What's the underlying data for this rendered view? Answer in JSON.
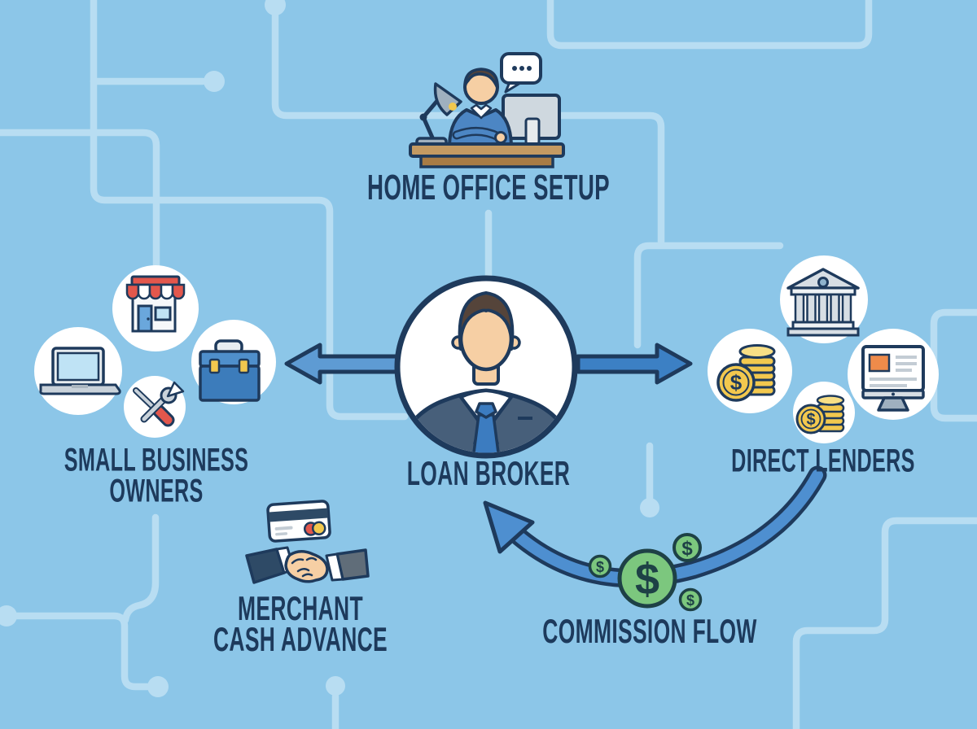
{
  "colors": {
    "background": "#8cc6e8",
    "trace": "#b8ddf2",
    "navy": "#1e3a5c",
    "text": "#1d3a5c",
    "arrow_left": "#5e9bd3",
    "arrow_right": "#3c80c4",
    "band": "#4e8fd0",
    "coin_green": "#7cc77e",
    "coin_green_dark": "#1e4146",
    "gold": "#f2c84e",
    "gold_light": "#f8df85",
    "red": "#e2574c",
    "skin": "#f6cfa4",
    "hair": "#55443a",
    "shirt_blue": "#4c86c4",
    "suit": "#475f7a",
    "tie": "#3c7cc0",
    "desk": "#c49a62",
    "desk_dark": "#a97c45",
    "store_blue": "#6aa7dc",
    "screen_blue": "#bfe3f5",
    "toolbox_blue": "#3c7cbb",
    "toolbox_lid": "#4f8fcb",
    "sleeve_dark": "#2e4a66",
    "sleeve_gray": "#606d79",
    "orange": "#ef8b4a",
    "gray_light": "#d7dee4",
    "gray_mid": "#9fb0bf",
    "gray_line": "#c3ccd4",
    "white": "#ffffff",
    "off_white": "#eef2f5"
  },
  "nodes": {
    "home_office": {
      "label": "HOME OFFICE SETUP"
    },
    "loan_broker": {
      "label": "LOAN BROKER"
    },
    "small_business_owners": {
      "line1": "SMALL BUSINESS",
      "line2": "OWNERS"
    },
    "direct_lenders": {
      "label": "DIRECT LENDERS"
    },
    "merchant_cash_advance": {
      "line1": "MERCHANT",
      "line2": "CASH ADVANCE"
    },
    "commission_flow": {
      "label": "COMMISSION FLOW"
    }
  },
  "glyphs": {
    "dollar": "$"
  },
  "icons": [
    "speech-bubble-icon",
    "desk-lamp-icon",
    "monitor-icon",
    "person-at-desk-icon",
    "loan-broker-avatar",
    "storefront-icon",
    "laptop-icon",
    "toolbox-icon",
    "tools-icon",
    "bank-icon",
    "coin-stack-icon",
    "dollar-coin-icon",
    "computer-screen-icon",
    "credit-card-icon",
    "handshake-icon",
    "commission-arrow-icon",
    "green-dollar-coin-icon",
    "left-arrow",
    "right-arrow",
    "circuit-trace",
    "node-dot"
  ]
}
